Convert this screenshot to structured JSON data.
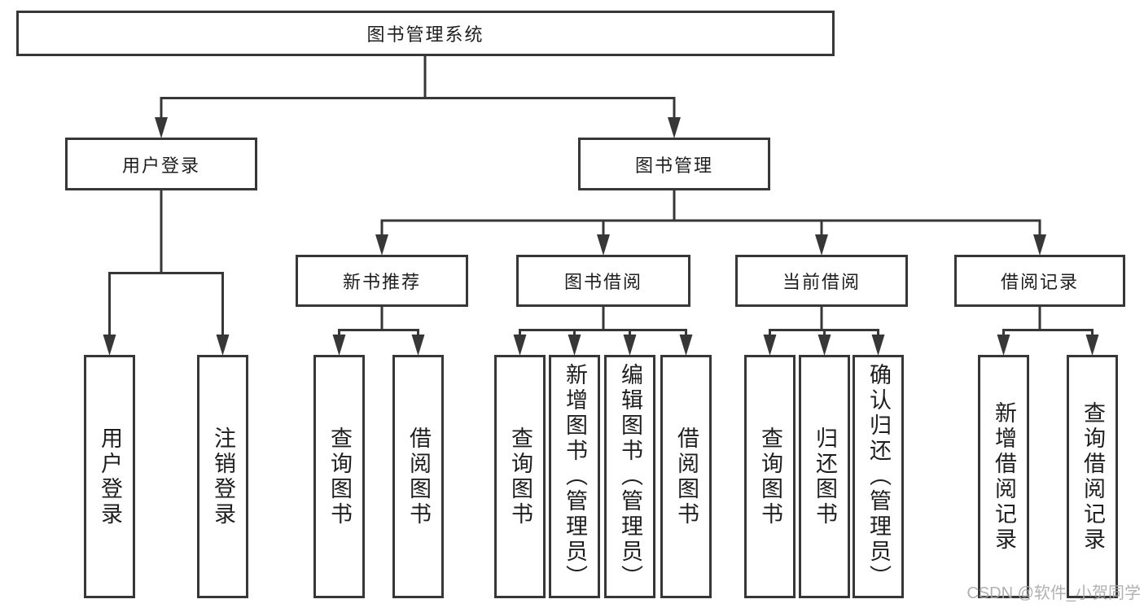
{
  "nodes": {
    "root": {
      "label": "图书管理系统"
    },
    "level2": [
      {
        "label": "用户登录"
      },
      {
        "label": "图书管理"
      }
    ],
    "level3": [
      {
        "label": "新书推荐"
      },
      {
        "label": "图书借阅"
      },
      {
        "label": "当前借阅"
      },
      {
        "label": "借阅记录"
      }
    ],
    "leaves": [
      {
        "label": "用户登录"
      },
      {
        "label": "注销登录"
      },
      {
        "label": "查询图书"
      },
      {
        "label": "借阅图书"
      },
      {
        "label": "查询图书"
      },
      {
        "label": "新增图书（管理员）"
      },
      {
        "label": "编辑图书（管理员）"
      },
      {
        "label": "借阅图书"
      },
      {
        "label": "查询图书"
      },
      {
        "label": "归还图书"
      },
      {
        "label": "确认归还（管理员）"
      },
      {
        "label": "新增借阅记录"
      },
      {
        "label": "查询借阅记录"
      }
    ]
  },
  "watermark": {
    "text": "CSDN @软件_小贺同学"
  },
  "colors": {
    "line": "#373737",
    "text": "#1e1e1e",
    "watermark": "#a9a9a9",
    "background": "#ffffff"
  }
}
